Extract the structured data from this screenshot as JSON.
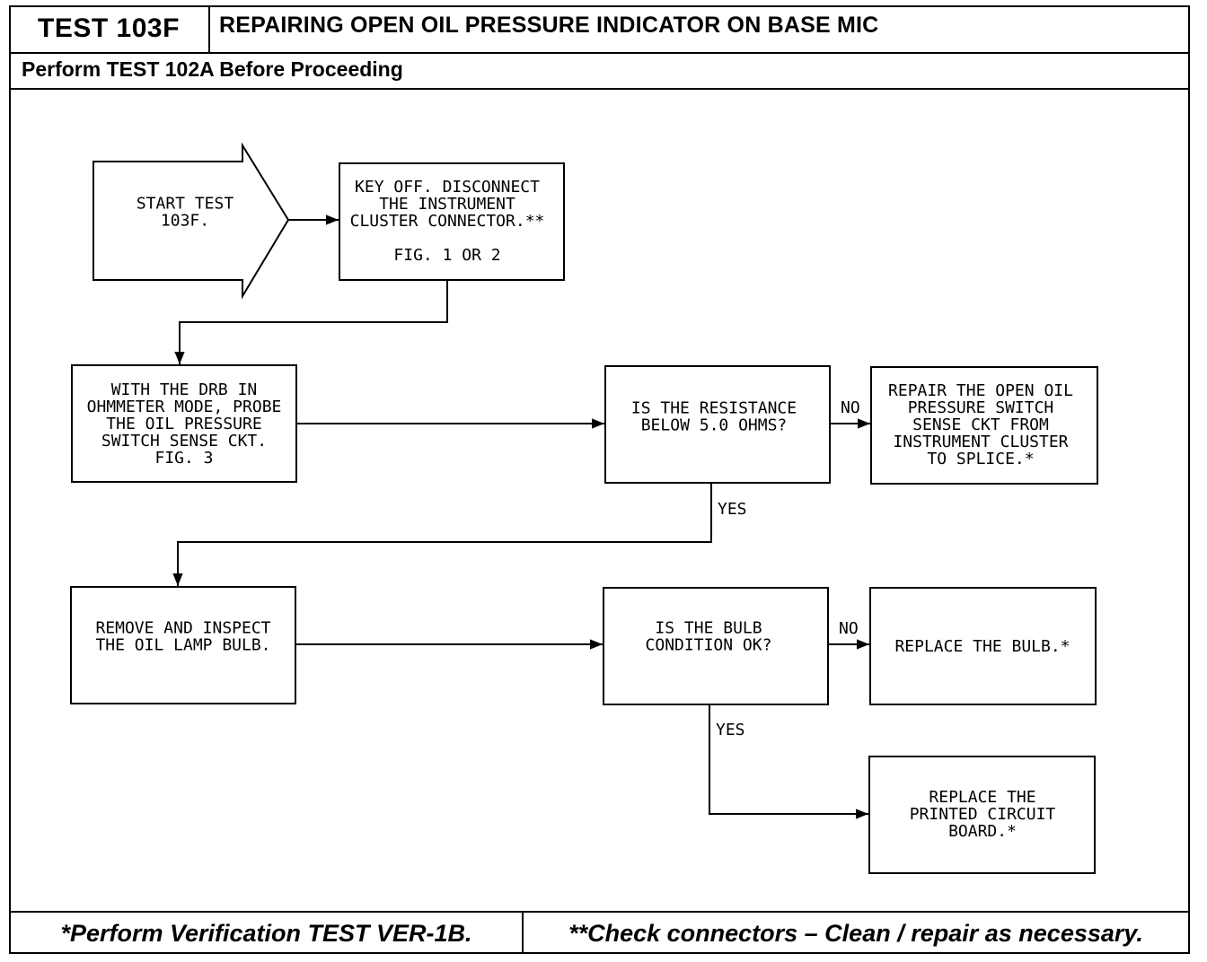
{
  "header": {
    "test_id": "TEST 103F",
    "title": "REPAIRING OPEN OIL PRESSURE INDICATOR ON BASE MIC",
    "prerequisite": "Perform TEST 102A Before Proceeding"
  },
  "flowchart": {
    "start": [
      "START TEST",
      "103F."
    ],
    "step_disconnect": [
      "KEY OFF. DISCONNECT",
      "THE INSTRUMENT",
      "CLUSTER CONNECTOR.**",
      "",
      "FIG. 1 OR 2"
    ],
    "step_probe": [
      "WITH THE DRB IN",
      "OHMMETER MODE, PROBE",
      "THE OIL PRESSURE",
      "SWITCH SENSE CKT.",
      "FIG. 3"
    ],
    "decision_resistance": [
      "IS THE RESISTANCE",
      "BELOW 5.0 OHMS?"
    ],
    "action_repair": [
      "REPAIR THE OPEN OIL",
      "PRESSURE SWITCH",
      "SENSE CKT FROM",
      "INSTRUMENT CLUSTER",
      "TO SPLICE.*"
    ],
    "step_inspect": [
      "REMOVE AND INSPECT",
      "THE OIL LAMP BULB."
    ],
    "decision_bulb": [
      "IS THE BULB",
      "CONDITION OK?"
    ],
    "action_replace_bulb": [
      "REPLACE THE BULB.*"
    ],
    "action_replace_board": [
      "REPLACE THE",
      "PRINTED CIRCUIT",
      "BOARD.*"
    ],
    "labels": {
      "no_1": "NO",
      "yes_1": "YES",
      "no_2": "NO",
      "yes_2": "YES"
    }
  },
  "footer": {
    "note_single": "*Perform Verification TEST VER-1B.",
    "note_double": "**Check connectors – Clean / repair as necessary."
  }
}
